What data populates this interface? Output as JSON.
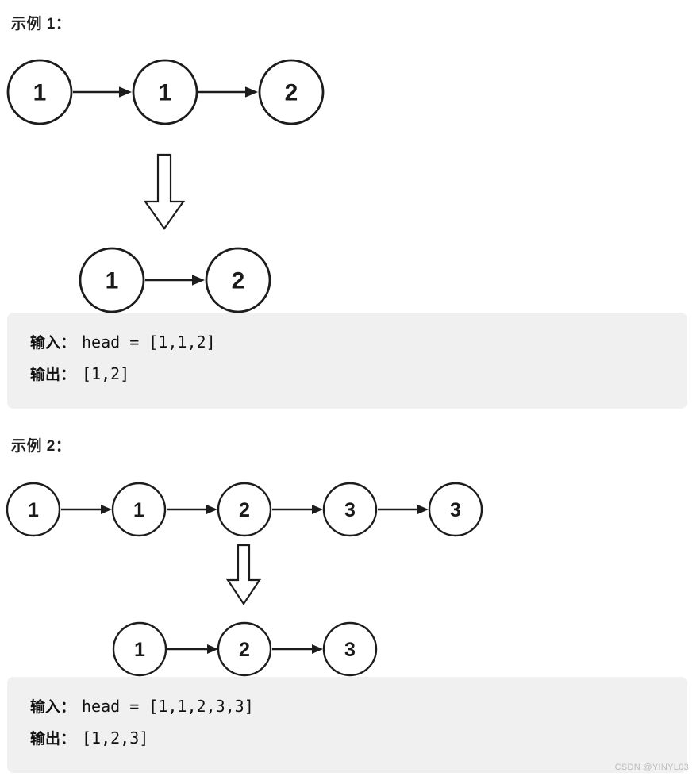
{
  "examples": [
    {
      "title": "示例 1：",
      "before": [
        "1",
        "1",
        "2"
      ],
      "after": [
        "1",
        "2"
      ],
      "io": {
        "input_label": "输入：",
        "input_value": "head = [1,1,2]",
        "output_label": "输出：",
        "output_value": "[1,2]"
      }
    },
    {
      "title": "示例 2：",
      "before": [
        "1",
        "1",
        "2",
        "3",
        "3"
      ],
      "after": [
        "1",
        "2",
        "3"
      ],
      "io": {
        "input_label": "输入：",
        "input_value": "head = [1,1,2,3,3]",
        "output_label": "输出：",
        "output_value": "[1,2,3]"
      }
    }
  ],
  "watermark": "CSDN @YINYL03",
  "colors": {
    "background": "#ffffff",
    "box_bg": "#f0f0f1",
    "stroke": "#1c1c1c",
    "text": "#1f1f1f",
    "watermark": "#b9bcbf"
  }
}
